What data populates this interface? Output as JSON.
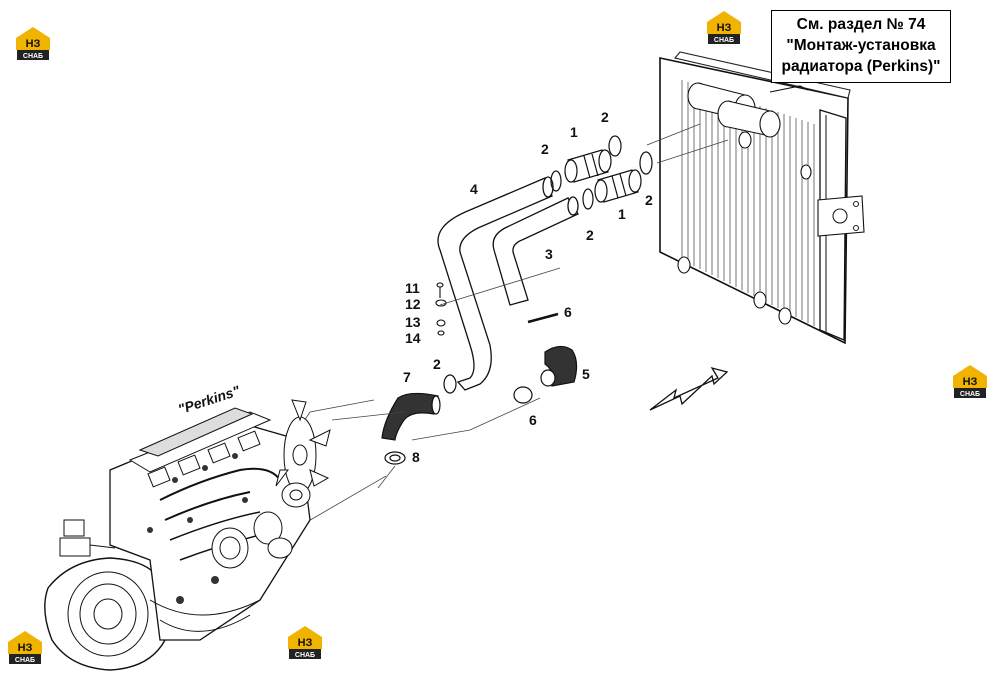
{
  "reference_note": {
    "line1": "См. раздел № 74",
    "line2": "\"Монтаж-установка",
    "line3": "радиатора (Perkins)\""
  },
  "engine_label": "\"Perkins\"",
  "watermark": {
    "top": "НЗ",
    "bottom": "СНАБ",
    "accent_color": "#f0b400"
  },
  "callouts": [
    {
      "id": "c-1a",
      "text": "1"
    },
    {
      "id": "c-2a",
      "text": "2"
    },
    {
      "id": "c-2b",
      "text": "2"
    },
    {
      "id": "c-4",
      "text": "4"
    },
    {
      "id": "c-1b",
      "text": "1"
    },
    {
      "id": "c-2c",
      "text": "2"
    },
    {
      "id": "c-2d",
      "text": "2"
    },
    {
      "id": "c-3",
      "text": "3"
    },
    {
      "id": "c-11",
      "text": "11"
    },
    {
      "id": "c-12",
      "text": "12"
    },
    {
      "id": "c-13",
      "text": "13"
    },
    {
      "id": "c-14",
      "text": "14"
    },
    {
      "id": "c-6a",
      "text": "6"
    },
    {
      "id": "c-2e",
      "text": "2"
    },
    {
      "id": "c-5",
      "text": "5"
    },
    {
      "id": "c-7",
      "text": "7"
    },
    {
      "id": "c-6b",
      "text": "6"
    },
    {
      "id": "c-8",
      "text": "8"
    }
  ]
}
